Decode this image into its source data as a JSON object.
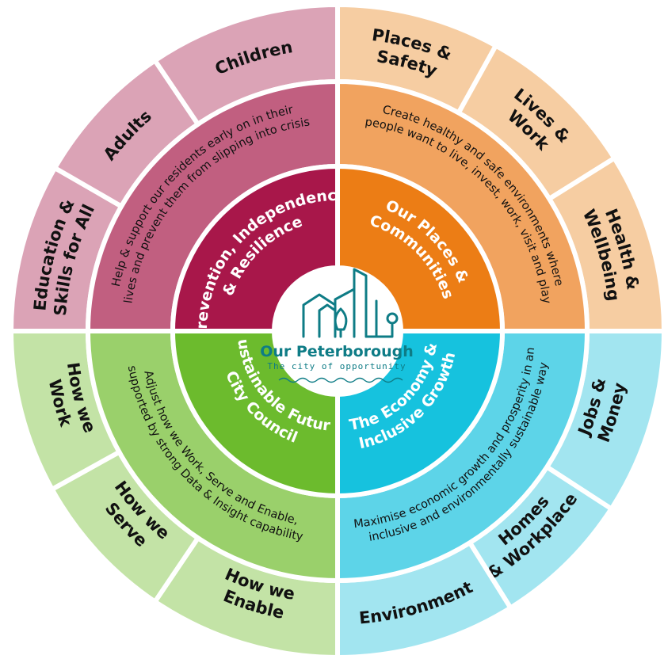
{
  "colors": {
    "background": "#ffffff",
    "divider": "#ffffff",
    "logo": "#0e7c86"
  },
  "logo": {
    "name": "Our Peterborough",
    "tagline": "The city of opportunity"
  },
  "quadrants": [
    {
      "id": "prevention",
      "inner_lines": [
        "Prevention, Independence",
        "& Resilience"
      ],
      "middle_lines": [
        "Help & support our residents early on in their",
        "lives and prevent them from slipping into crisis"
      ],
      "outer_segments": [
        [
          "Education &",
          "Skills for All"
        ],
        [
          "Adults"
        ],
        [
          "Children"
        ]
      ],
      "colors": {
        "inner": "#a8174a",
        "middle": "#c15f80",
        "outer": "#dba3b6",
        "inner_text": "#ffffff"
      }
    },
    {
      "id": "places",
      "inner_lines": [
        "Our Places &",
        "Communities"
      ],
      "middle_lines": [
        "Create healthy and safe environments where",
        "people want to live, invest, work, visit and play"
      ],
      "outer_segments": [
        [
          "Places &",
          "Safety"
        ],
        [
          "Lives &",
          "Work"
        ],
        [
          "Health &",
          "Wellbeing"
        ]
      ],
      "colors": {
        "inner": "#ec7d15",
        "middle": "#f1a35f",
        "outer": "#f6cda2",
        "inner_text": "#ffffff"
      }
    },
    {
      "id": "economy",
      "inner_lines": [
        "The Economy &",
        "Inclusive Growth"
      ],
      "middle_lines": [
        "Maximise economic growth and prosperity in an",
        "inclusive and environmentally sustainable way"
      ],
      "outer_segments": [
        [
          "Jobs &",
          "Money"
        ],
        [
          "Homes",
          "& Workplaces"
        ],
        [
          "Environment"
        ]
      ],
      "colors": {
        "inner": "#16c2de",
        "middle": "#5dd4e8",
        "outer": "#a2e5f0",
        "inner_text": "#ffffff"
      }
    },
    {
      "id": "sustainable",
      "inner_lines": [
        "Sustainable Future",
        "City Council"
      ],
      "middle_lines": [
        "Adjust how we Work, Serve and Enable,",
        "supported by strong Data & Insight capability"
      ],
      "outer_segments": [
        [
          "How we",
          "Enable"
        ],
        [
          "How we",
          "Serve"
        ],
        [
          "How we",
          "Work"
        ]
      ],
      "colors": {
        "inner": "#6cbb2d",
        "middle": "#9ad06b",
        "outer": "#c3e3a6",
        "inner_text": "#ffffff"
      }
    }
  ]
}
